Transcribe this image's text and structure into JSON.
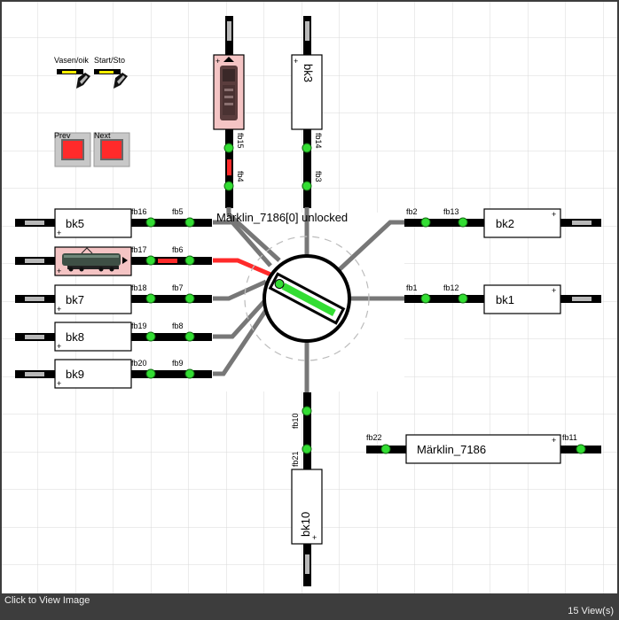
{
  "colors": {
    "grid": "#d8d8d8",
    "track": "#000000",
    "rail": "#6e6e6e",
    "sensor_on": "#33dd33",
    "occupied": "#ff2a2a",
    "selected_block": "#f4c4c4"
  },
  "actions": {
    "vasen": "Vasen/oik",
    "start": "Start/Sto",
    "prev": "Prev",
    "next": "Next"
  },
  "turntable": {
    "title": "Märklin_7186[0] unlocked"
  },
  "blocks": {
    "bk1": "bk1",
    "bk2": "bk2",
    "bk3": "bk3",
    "bk5": "bk5",
    "bk7": "bk7",
    "bk8": "bk8",
    "bk9": "bk9",
    "bk10": "bk10",
    "marklin": "Märklin_7186"
  },
  "sensors": {
    "fb1": "fb1",
    "fb2": "fb2",
    "fb3": "fb3",
    "fb4": "fb4",
    "fb5": "fb5",
    "fb6": "fb6",
    "fb7": "fb7",
    "fb8": "fb8",
    "fb9": "fb9",
    "fb10": "fb10",
    "fb11": "fb11",
    "fb12": "fb12",
    "fb13": "fb13",
    "fb14": "fb14",
    "fb15": "fb15",
    "fb16": "fb16",
    "fb17": "fb17",
    "fb18": "fb18",
    "fb19": "fb19",
    "fb20": "fb20",
    "fb21": "fb21",
    "fb22": "fb22"
  },
  "block_marks": {
    "plus": "+"
  },
  "footer": {
    "left": "Click to View Image",
    "right": "15 View(s)"
  }
}
